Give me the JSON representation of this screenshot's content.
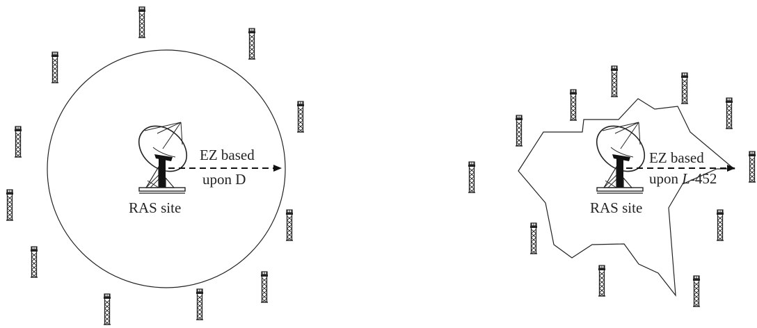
{
  "panels": [
    {
      "id": "left",
      "arrow_label_line1": "EZ based",
      "arrow_label_line2": "upon D",
      "site_label": "RAS site"
    },
    {
      "id": "right",
      "arrow_label_line1": "EZ based",
      "arrow_label_line2_prefix": "upon ",
      "arrow_label_line2_italic": "L",
      "arrow_label_line2_suffix": "-452",
      "site_label": "RAS site"
    }
  ]
}
